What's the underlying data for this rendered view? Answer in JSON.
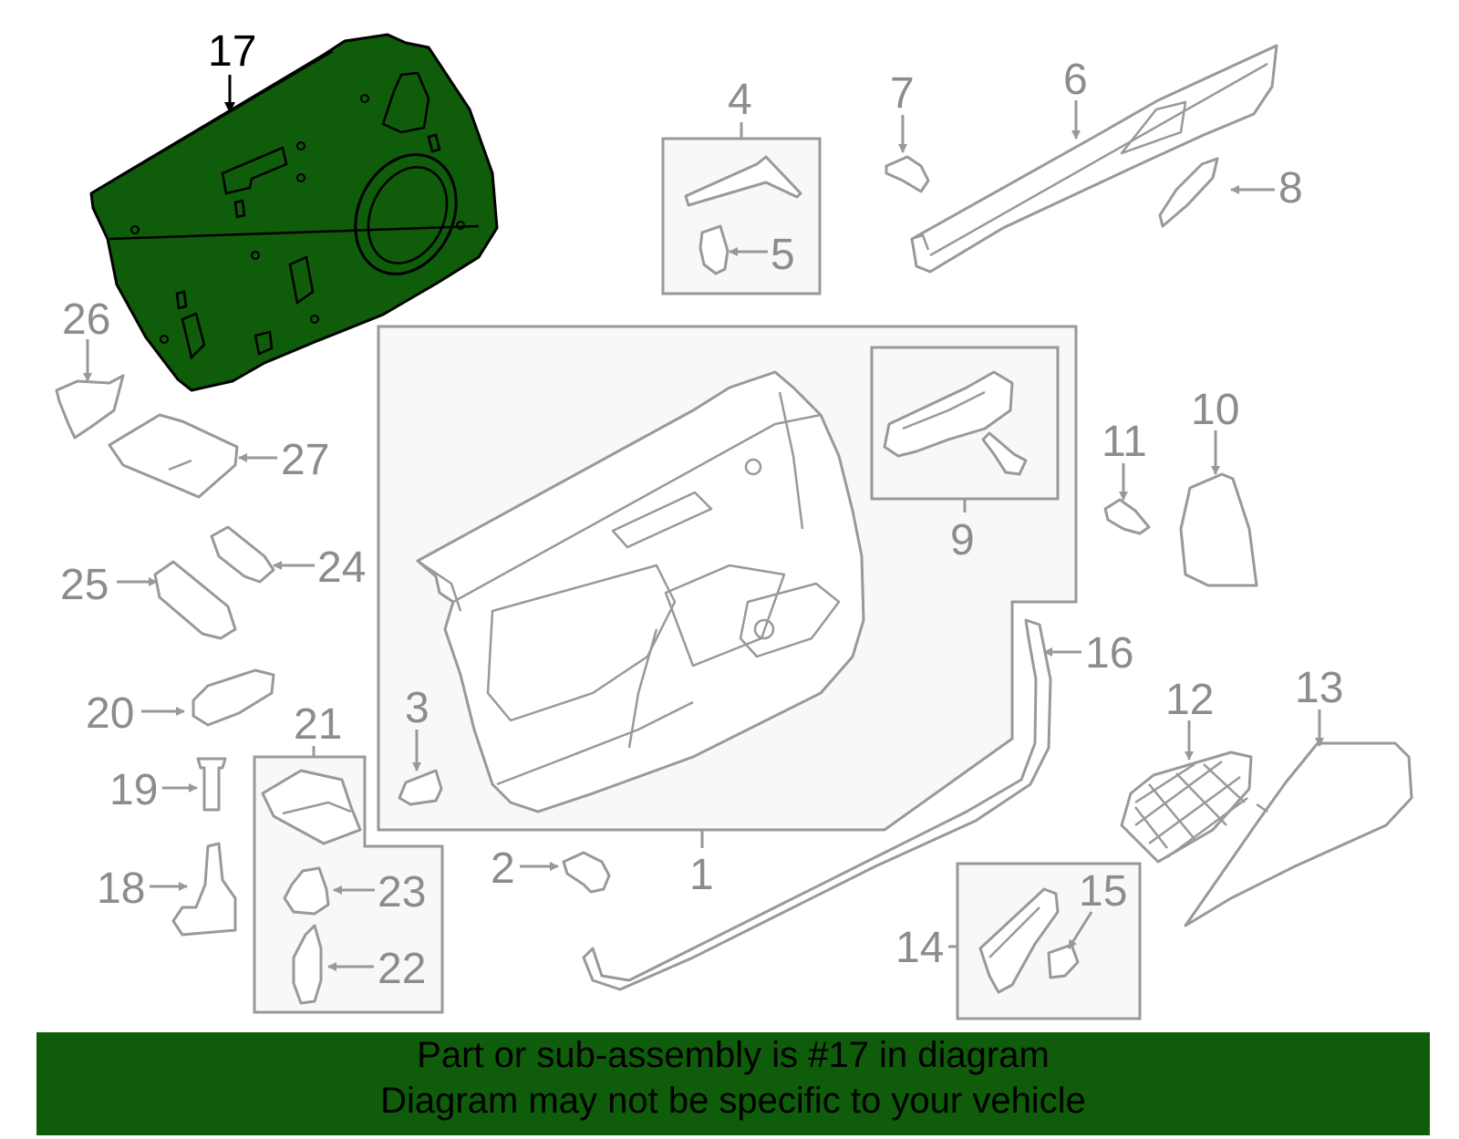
{
  "diagram": {
    "highlight_color": "#0f5c0a",
    "highlighted_part": "17",
    "callouts": {
      "c1": "1",
      "c2": "2",
      "c3": "3",
      "c4": "4",
      "c5": "5",
      "c6": "6",
      "c7": "7",
      "c8": "8",
      "c9": "9",
      "c10": "10",
      "c11": "11",
      "c12": "12",
      "c13": "13",
      "c14": "14",
      "c15": "15",
      "c16": "16",
      "c17": "17",
      "c18": "18",
      "c19": "19",
      "c20": "20",
      "c21": "21",
      "c22": "22",
      "c23": "23",
      "c24": "24",
      "c25": "25",
      "c26": "26",
      "c27": "27"
    }
  },
  "banner": {
    "line1": "Part or sub-assembly is #17 in diagram",
    "line2": "Diagram may not be specific to your vehicle",
    "background": "#0f5c0a"
  }
}
